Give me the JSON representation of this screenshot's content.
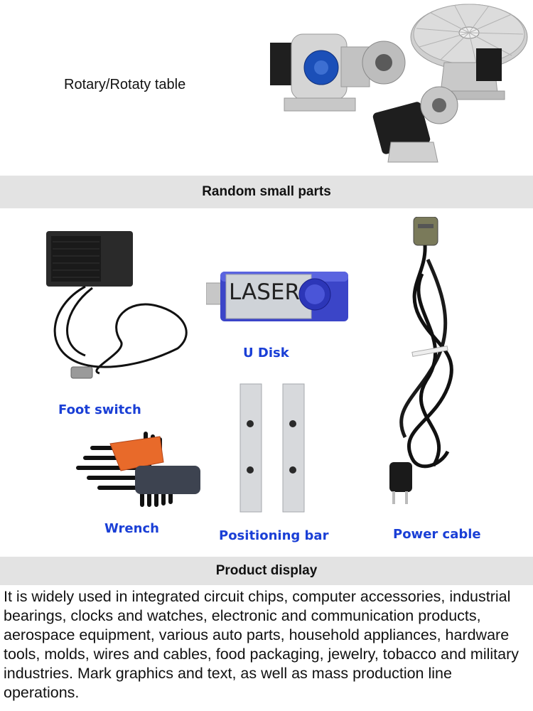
{
  "rotary": {
    "label": "Rotary/Rotaty table"
  },
  "sections": {
    "small_parts_title": "Random small parts",
    "product_display_title": "Product display"
  },
  "parts": {
    "foot_switch": "Foot switch",
    "usb_disk": "U Disk",
    "usb_print": "LASER",
    "wrench": "Wrench",
    "positioning_bar": "Positioning bar",
    "power_cable": "Power cable"
  },
  "colors": {
    "label_blue": "#1a3fd6",
    "band_gray": "#e3e3e3",
    "usb_blue": "#3b45c8"
  },
  "description": "It is widely used in integrated circuit chips, computer accessories, industrial bearings, clocks and watches, electronic and communication products, aerospace equipment, various auto parts, household appliances, hardware tools, molds, wires and cables, food packaging, jewelry, tobacco and military industries. Mark graphics and text, as well as mass production line operations."
}
